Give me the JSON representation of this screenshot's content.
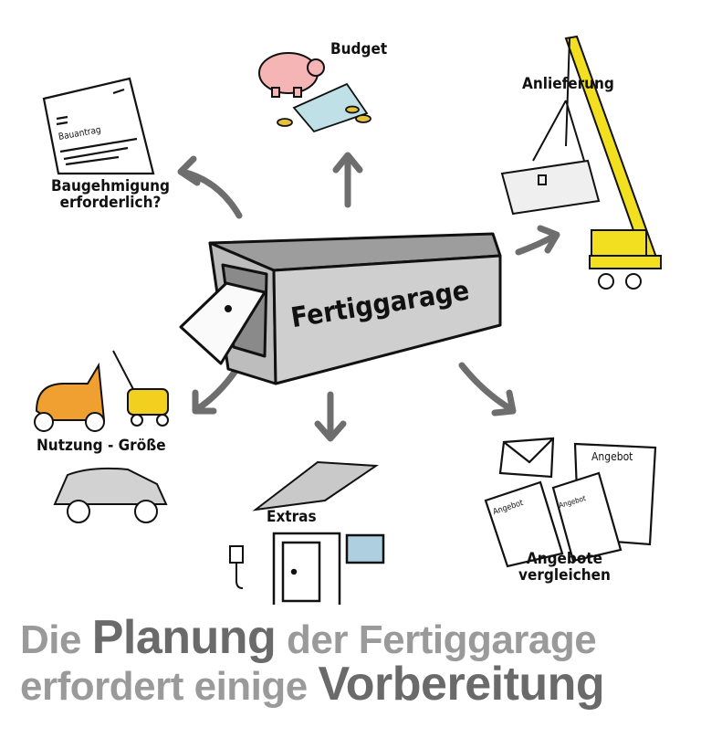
{
  "title": "Fertiggarage",
  "nodes": {
    "budget": "Budget",
    "anlieferung": "Anlieferung",
    "baugenehmigung": [
      "Baugehmigung",
      "erforderlich?"
    ],
    "nutzung": "Nutzung - Größe",
    "extras": "Extras",
    "angebote": [
      "Angebote",
      "vergleichen"
    ]
  },
  "doc_labels": {
    "bauantrag": "Bauantrag",
    "angebot": "Angebot"
  },
  "footer": {
    "line1": [
      "Die ",
      "Planung",
      " der Fertiggarage"
    ],
    "line2": [
      "erfordert einige ",
      "Vorbereitung"
    ]
  },
  "colors": {
    "arrow": "#6e6e6e",
    "garage": "#c9c9c9",
    "crane": "#f2e020",
    "scooter": "#f0a030",
    "footer_light": "#9a9a9a",
    "footer_dark": "#6a6a6a"
  }
}
